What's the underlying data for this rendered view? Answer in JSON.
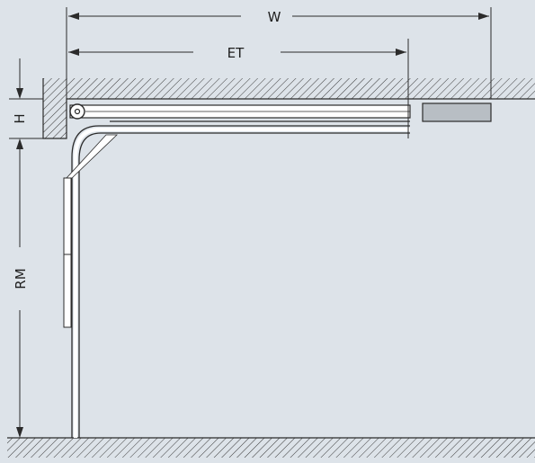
{
  "labels": {
    "width": "W",
    "track_length": "ET",
    "headroom": "H",
    "clear_height": "RM"
  },
  "colors": {
    "background": "#dde3e9",
    "line": "#2b2b2b",
    "hatch": "#3a3a3a",
    "motor": "#b8bec4"
  }
}
